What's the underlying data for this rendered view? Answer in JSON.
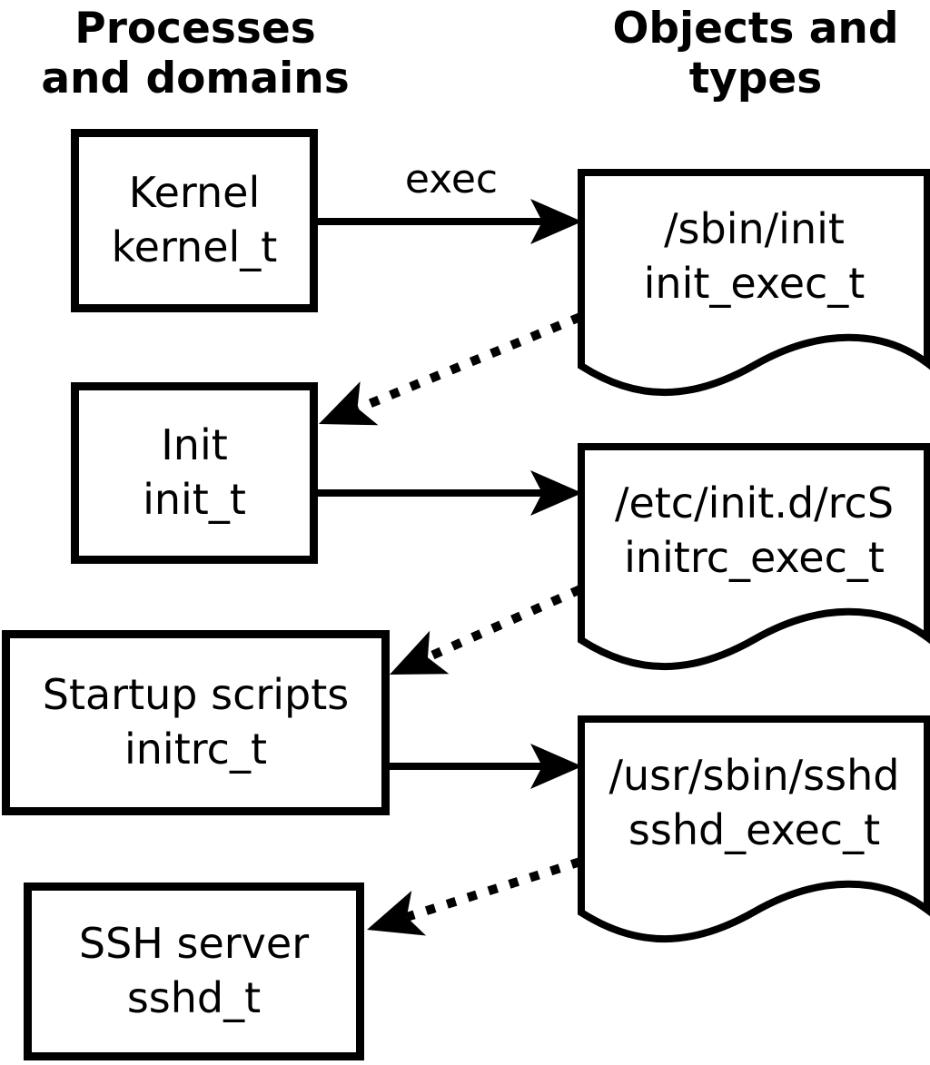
{
  "columns": {
    "left": {
      "line1": "Processes",
      "line2": "and domains"
    },
    "right": {
      "line1": "Objects and",
      "line2": "types"
    }
  },
  "process_boxes": [
    {
      "id": "kernel",
      "name": "Kernel",
      "type": "kernel_t"
    },
    {
      "id": "init",
      "name": "Init",
      "type": "init_t"
    },
    {
      "id": "startup-scripts",
      "name": "Startup scripts",
      "type": "initrc_t"
    },
    {
      "id": "ssh-server",
      "name": "SSH server",
      "type": "sshd_t"
    }
  ],
  "object_docs": [
    {
      "id": "sbin-init",
      "path": "/sbin/init",
      "type": "init_exec_t"
    },
    {
      "id": "etc-initd-rcs",
      "path": "/etc/init.d/rcS",
      "type": "initrc_exec_t"
    },
    {
      "id": "usr-sbin-sshd",
      "path": "/usr/sbin/sshd",
      "type": "sshd_exec_t"
    }
  ],
  "edges": {
    "exec_label": "exec"
  },
  "colors": {
    "line": "#000000",
    "background": "#ffffff"
  }
}
